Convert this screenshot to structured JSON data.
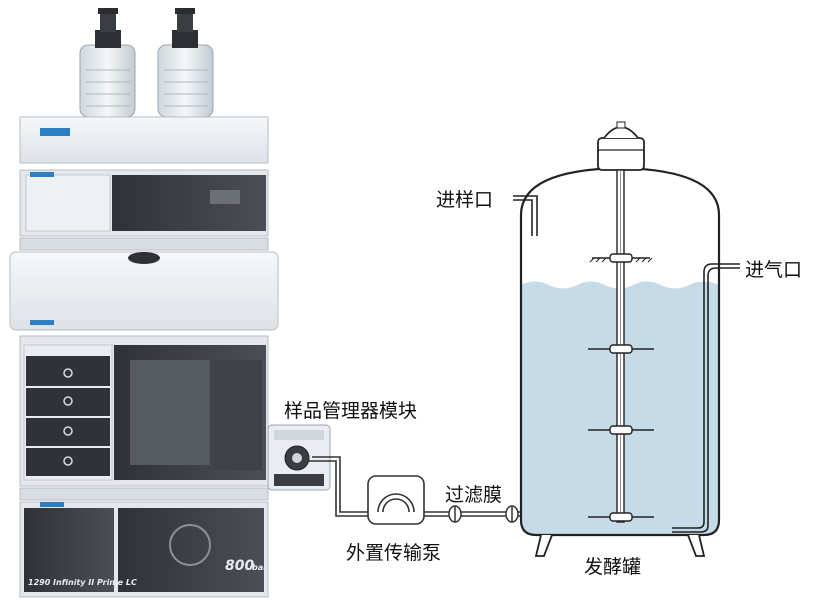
{
  "labels": {
    "sample_inlet": "进样口",
    "gas_inlet": "进气口",
    "sample_manager_module": "样品管理器模块",
    "filter_membrane": "过滤膜",
    "external_transfer_pump": "外置传输泵",
    "fermenter": "发酵罐"
  },
  "instrument": {
    "model_text": "1290 Infinity II Prime LC",
    "pressure_text": "800",
    "pressure_unit": "bar"
  },
  "colors": {
    "liquid": "#c5dbe8",
    "tank_outline": "#222222",
    "instrument_body": "#e9edf1",
    "instrument_dark": "#3a3d42",
    "accent_blue": "#2d7fc1"
  },
  "icons": {
    "pump": "peristaltic-pump-icon",
    "filter": "filter-membrane-icon",
    "agitator": "agitator-icon"
  }
}
